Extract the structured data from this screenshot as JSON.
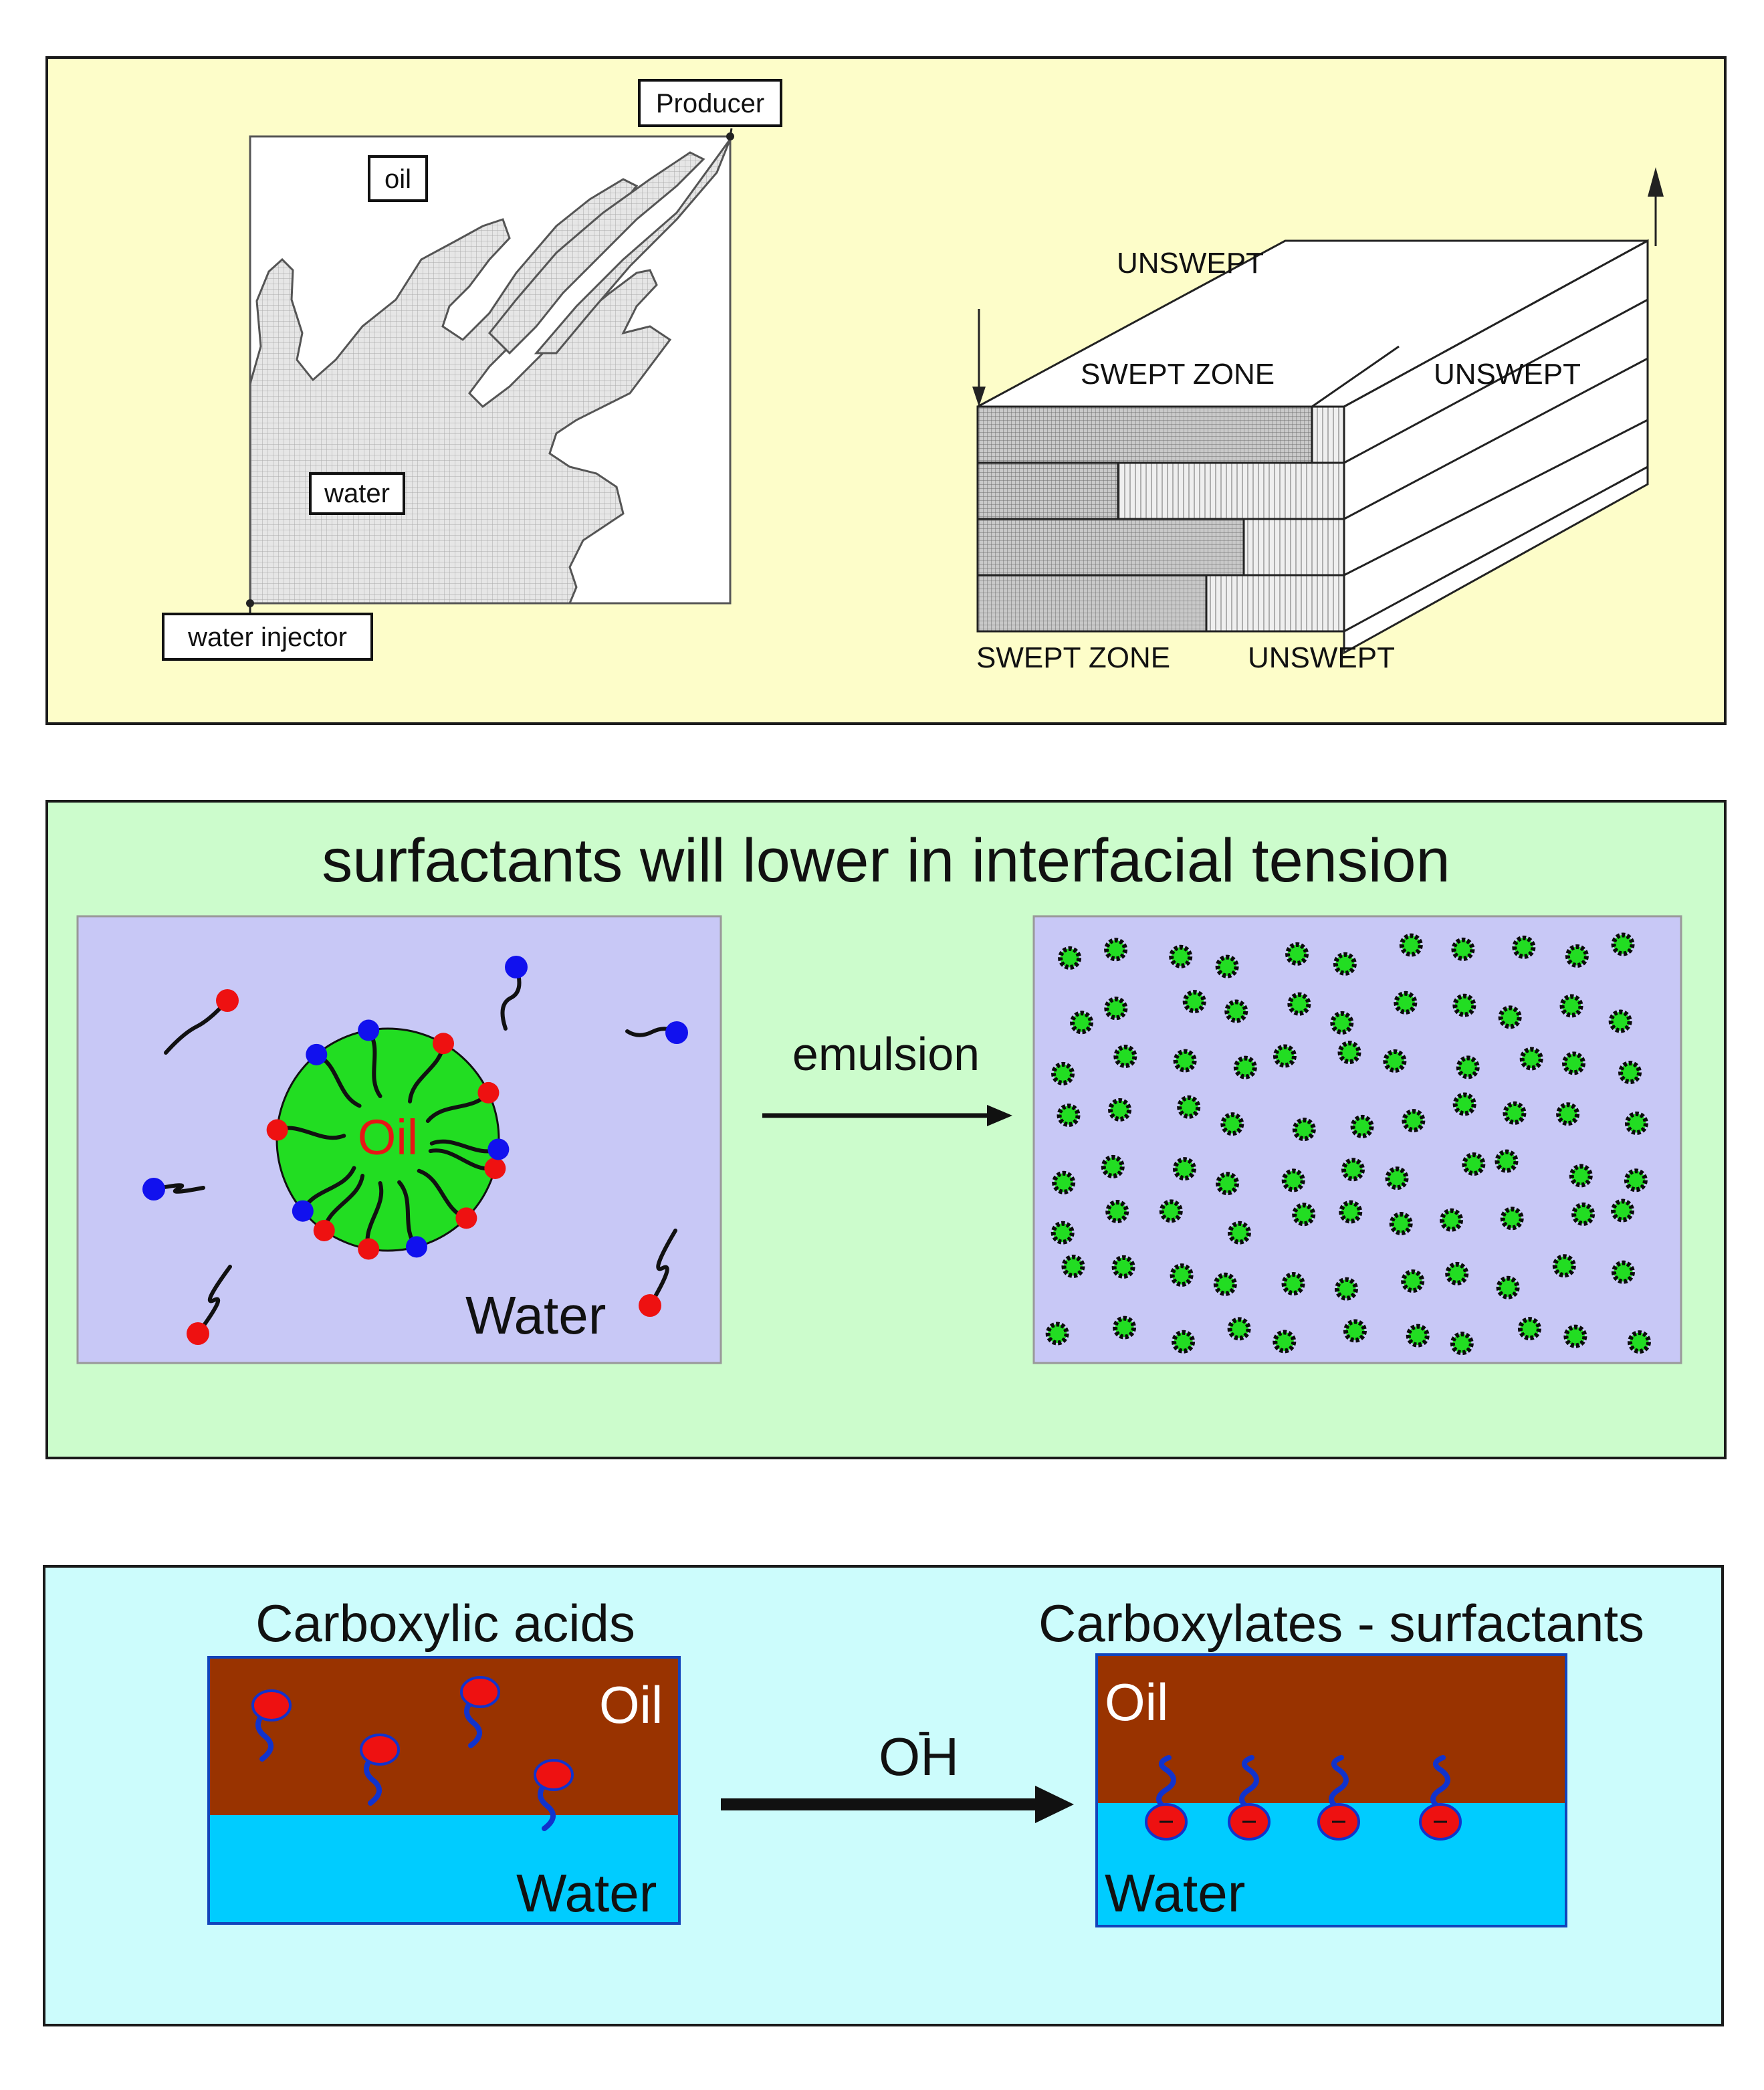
{
  "colors": {
    "panel1_bg": "#fdfdc9",
    "panel2_bg": "#ccfccc",
    "panel3_bg": "#ccfcfc",
    "lavender": "#c8c8f6",
    "oil_green": "#22dd22",
    "oil_brown": "#993300",
    "water_blue": "#00ccff",
    "head_red": "#ee1111",
    "head_blue": "#1111ee"
  },
  "panel1": {
    "label_producer": "Producer",
    "label_oil": "oil",
    "label_water": "water",
    "label_injector": "water injector",
    "label_unswept_top": "UNSWEPT",
    "label_swept_zone_top": "SWEPT ZONE",
    "label_unswept_right": "UNSWEPT",
    "label_swept_zone_bottom": "SWEPT ZONE",
    "label_unswept_bottom": "UNSWEPT"
  },
  "panel2": {
    "title": "surfactants will lower in interfacial tension",
    "oil_label": "Oil",
    "water_label": "Water",
    "arrow_label": "emulsion"
  },
  "panel3": {
    "left_title": "Carboxylic acids",
    "right_title": "Carboxylates - surfactants",
    "left_oil": "Oil",
    "left_water": "Water",
    "right_oil": "Oil",
    "right_water": "Water",
    "reagent": "OH",
    "reagent_charge": "-"
  }
}
